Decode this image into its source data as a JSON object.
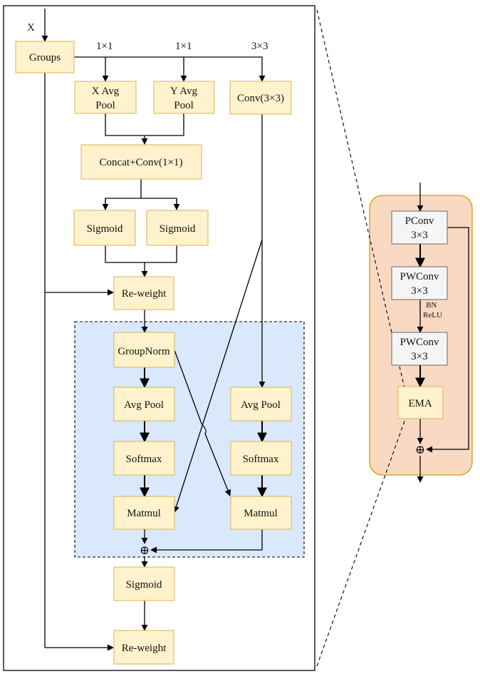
{
  "input_label": "X",
  "branch_labels": {
    "b1": "1×1",
    "b2": "1×1",
    "b3": "3×3"
  },
  "nodes": {
    "groups": "Groups",
    "x_pool_1": "X Avg",
    "x_pool_2": "Pool",
    "y_pool_1": "Y Avg",
    "y_pool_2": "Pool",
    "conv3": "Conv(3×3)",
    "concat": "Concat+Conv(1×1)",
    "sigmoid_left": "Sigmoid",
    "sigmoid_right": "Sigmoid",
    "reweight_top": "Re-weight",
    "groupnorm": "GroupNorm",
    "avgpool_left": "Avg Pool",
    "avgpool_right": "Avg Pool",
    "softmax_left": "Softmax",
    "softmax_right": "Softmax",
    "matmul_left": "Matmul",
    "matmul_right": "Matmul",
    "plus": "⊕",
    "sigmoid_bottom": "Sigmoid",
    "reweight_bottom": "Re-weight"
  },
  "block": {
    "pconv_1": "PConv",
    "pconv_2": "3×3",
    "pwconv1_1": "PWConv",
    "pwconv1_2": "3×3",
    "bn": "BN",
    "relu": "ReLU",
    "pwconv2_1": "PWConv",
    "pwconv2_2": "3×3",
    "ema": "EMA",
    "plus": "⊕"
  },
  "colors": {
    "node_fill": "#fff2cc",
    "node_stroke": "#d6b656",
    "attention_fill": "#dae8fc",
    "block_fill": "#fad9c3",
    "block_stroke": "#d79b00",
    "gray_fill": "#f5f5f5",
    "gray_stroke": "#666666",
    "line": "#000000"
  }
}
